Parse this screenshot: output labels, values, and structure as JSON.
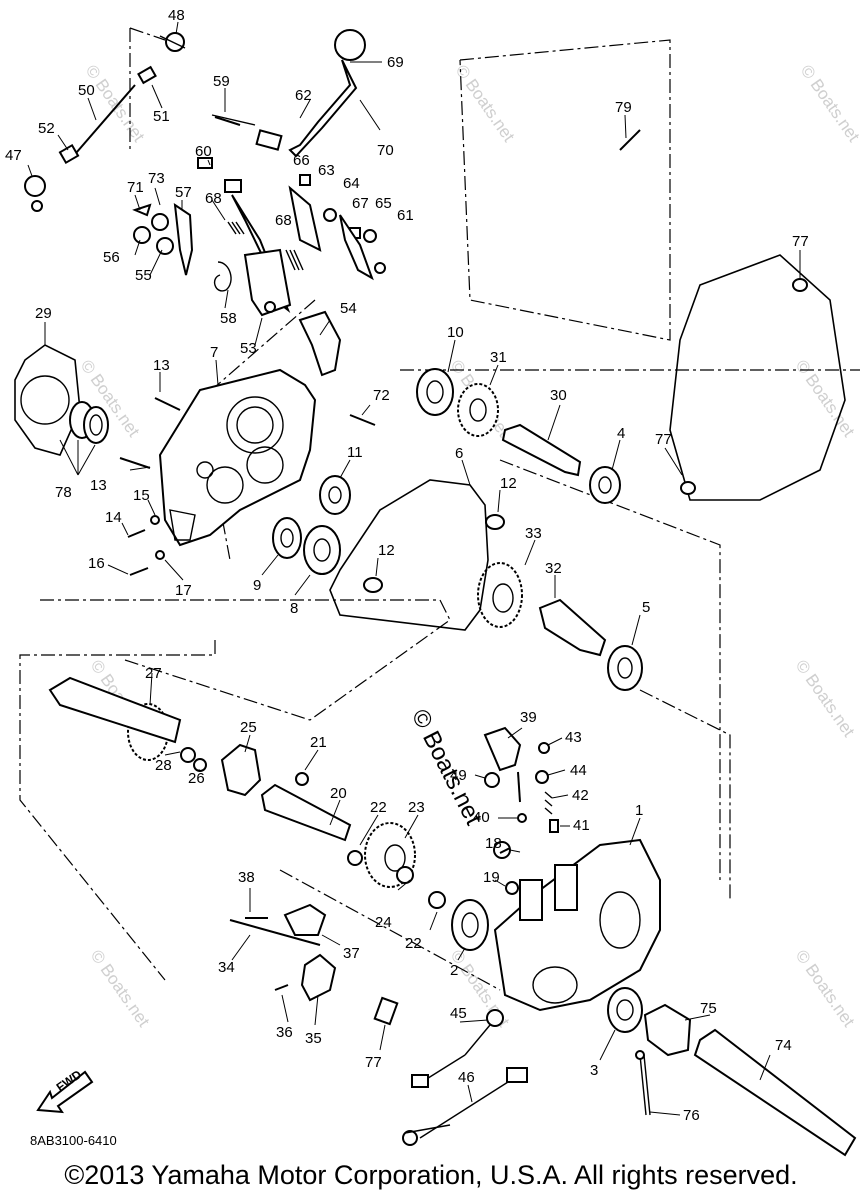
{
  "watermark": {
    "main": "© Boats.net",
    "faint": "© Boats.net"
  },
  "fwd_label": "FWD",
  "diagram_code": "8AB3100-6410",
  "copyright": "©2013 Yamaha Motor Corporation, U.S.A. All rights reserved.",
  "part_numbers": [
    "1",
    "2",
    "3",
    "4",
    "5",
    "6",
    "7",
    "8",
    "9",
    "10",
    "11",
    "12",
    "12",
    "13",
    "13",
    "14",
    "15",
    "16",
    "17",
    "18",
    "19",
    "20",
    "21",
    "22",
    "22",
    "23",
    "24",
    "25",
    "26",
    "27",
    "28",
    "29",
    "30",
    "31",
    "32",
    "33",
    "34",
    "35",
    "36",
    "37",
    "38",
    "39",
    "40",
    "41",
    "42",
    "43",
    "44",
    "45",
    "46",
    "47",
    "48",
    "49",
    "50",
    "51",
    "52",
    "53",
    "54",
    "55",
    "56",
    "57",
    "58",
    "59",
    "60",
    "61",
    "62",
    "63",
    "64",
    "65",
    "66",
    "67",
    "68",
    "68",
    "69",
    "70",
    "71",
    "72",
    "73",
    "74",
    "75",
    "76",
    "77",
    "77",
    "77",
    "78",
    "79"
  ]
}
